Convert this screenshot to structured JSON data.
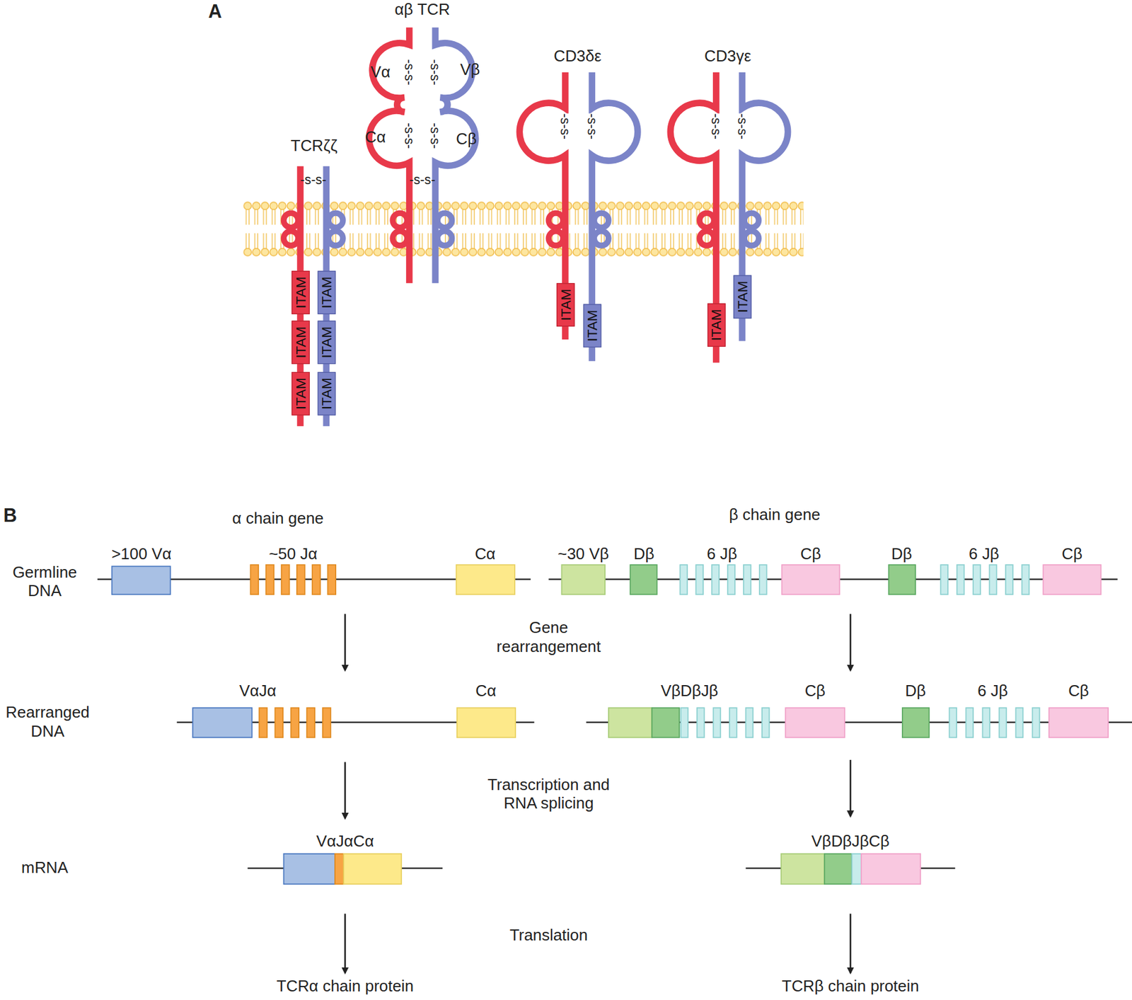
{
  "diagram": {
    "nodes": [
      {
        "text": [
          "ITAM"
        ]
      },
      {
        "text": [
          "ITAM"
        ]
      },
      {
        "text": [
          "ITAM"
        ]
      },
      {
        "text": [
          "ITAM"
        ]
      },
      {
        "text": [
          "ITAM"
        ]
      },
      {
        "text": [
          "ITAM"
        ]
      },
      {
        "text": [
          "ITAM"
        ]
      },
      {
        "text": [
          "ITAM"
        ]
      },
      {
        "text": [
          "ITAM"
        ]
      },
      {
        "text": [
          "ITAM"
        ]
      }
    ],
    "labels": [
      "A",
      "αβ TCR",
      "-s-s-",
      "-s-s-",
      "Vα",
      "Vβ",
      "-s-s-",
      "-s-s-",
      "Cα",
      "Cβ",
      "CD3δε",
      "CD3γε",
      "-s-s-",
      "-s-s-",
      "-s-s-",
      "-s-s-",
      "TCRζζ",
      "-s-s-",
      "-s-s-",
      "B",
      "α chain gene",
      "β chain gene",
      "Germline DNA",
      ">100 Vα",
      "~50 Jα",
      "Cα",
      "~30 Vβ",
      "Dβ",
      "6 Jβ",
      "Cβ",
      "Dβ",
      "6 Jβ",
      "Cβ",
      "Gene rearrangement",
      "Rearranged DNA",
      "VαJα",
      "Cα",
      "VβDβJβ",
      "Cβ",
      "Dβ",
      "6 Jβ",
      "Cβ",
      "Transcription and RNA splicing",
      "mRNA",
      "VαJαCα",
      "VβDβJβCβ",
      "Translation",
      "TCRα chain protein",
      "TCRβ chain protein"
    ]
  }
}
